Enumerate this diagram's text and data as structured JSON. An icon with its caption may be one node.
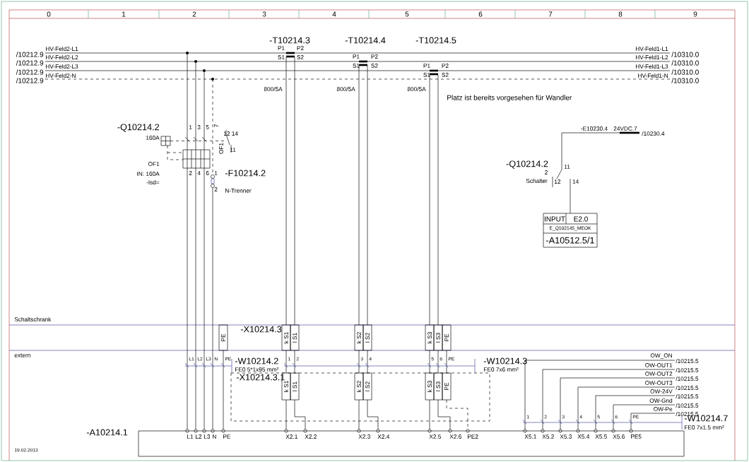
{
  "diagram": {
    "nodes": [
      {
        "text": [
          "-A10214.1"
        ]
      },
      {
        "text": [
          "INPUT",
          "E2.0",
          "E_Q102145_MEOK",
          "-A10512.5/1"
        ]
      },
      {
        "text": [
          "14"
        ]
      }
    ],
    "edges": [
      {
        "from": 2,
        "to": 1,
        "arrow": "none"
      }
    ],
    "labels": [
      "0",
      "1",
      "2",
      "3",
      "4",
      "5",
      "6",
      "7",
      "8",
      "9",
      "-T10214.3",
      "-T10214.4",
      "-T10214.5",
      "/10212.9",
      "HV-Feld2-L1",
      "P1",
      "P2",
      "HV-Feld1-L1",
      "/10310.0",
      "/10212.9",
      "HV-Feld2-L2",
      "S1",
      "S2",
      "P1",
      "P2",
      "HV-Feld1-L2",
      "/10310.0",
      "/10212.9",
      "HV-Feld2-L3",
      "S1",
      "S2",
      "P1",
      "P2",
      "HV-Feld1-L3",
      "/10310.0",
      "/10212.9",
      "HV-Feld2-N",
      "S1",
      "S2",
      "HV-Feld1-N",
      "/10310.0",
      "800/5A",
      "800/5A",
      "800/5A",
      "Platz ist bereits vorgesehen für Wandler",
      "-Q10214.2",
      "1",
      "3",
      "5",
      "7",
      "12 14",
      "-E10230.4",
      "24VDC.7",
      "/10230.4",
      "160A",
      "OF1",
      "11",
      "OF1",
      "-Q10214.2",
      "11",
      "IN: 160A",
      "2",
      "4",
      "6",
      "1",
      "-F10214.2",
      "2",
      "-Isd=",
      "Schalter",
      "12",
      "2",
      "N-Trenner",
      "Schaltschrank",
      "-X10214.3",
      "PE",
      "k S1",
      "l S1",
      "k S2",
      "l S2",
      "k S3",
      "l S3",
      "PE",
      "extern",
      "L1",
      "L2",
      "L3",
      "N",
      "PE",
      "-W10214.2",
      "1",
      "2",
      "3",
      "4",
      "5",
      "6",
      "PE",
      "-W10214.3",
      "OW_ON",
      "/10215.5",
      "FE0 5*1x95 mm²",
      "FE0 7x6 mm²",
      "OW-OUT1",
      "/10215.5",
      "OW-OUT2",
      "/10215.5",
      "-X10214.3.1",
      "k S1",
      "l S1",
      "k S2",
      "l S2",
      "k S3",
      "l S3",
      "PE",
      "OW-OUT3",
      "/10215.5",
      "OW-24V",
      "/10215.5",
      "OW-Gnd",
      "/10215.5",
      "OW-Pe",
      "/10215.5",
      "1",
      "2",
      "3",
      "4",
      "5",
      "6",
      "PE",
      "-W10214.7",
      "FE0 7x1.5 mm²",
      "L1",
      "L2",
      "L3",
      "N",
      "PE",
      "X2.1",
      "X2.2",
      "X2.3",
      "X2.4",
      "X2.5",
      "X2.6",
      "PE2",
      "X5.1",
      "X5.2",
      "X5.3",
      "X5.4",
      "X5.5",
      "X5.6",
      "PE5",
      "19.02.2013"
    ]
  }
}
